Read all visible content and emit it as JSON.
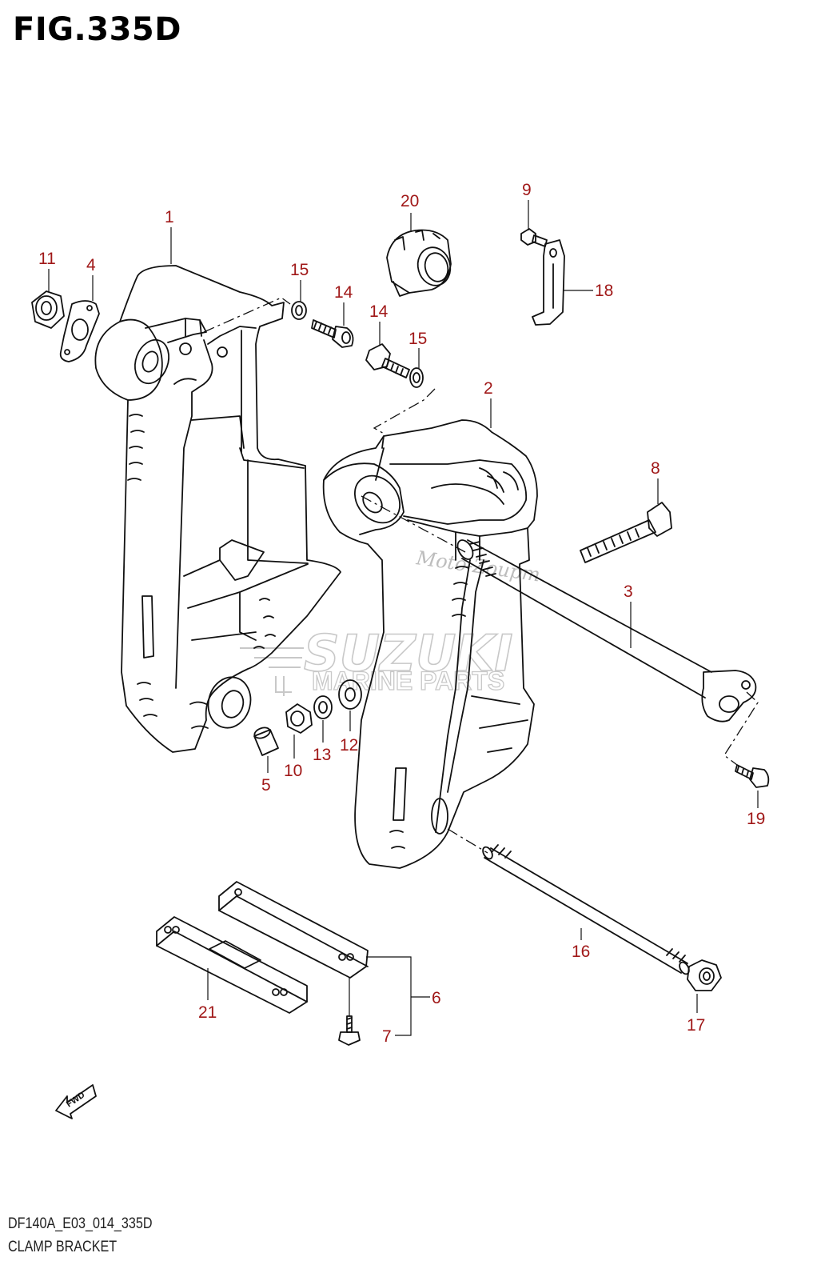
{
  "figure": {
    "title": "FIG.335D",
    "model_code": "DF140A_E03_014_335D",
    "name": "CLAMP BRACKET"
  },
  "watermark": {
    "brand": "SUZUKI",
    "tagline": "MARINE PARTS",
    "site": "Moto-Zoupm"
  },
  "direction_marker": {
    "label": "FWD",
    "icon": "forward-arrow-icon"
  },
  "callouts": [
    "1",
    "2",
    "3",
    "4",
    "5",
    "6",
    "7",
    "8",
    "9",
    "10",
    "11",
    "12",
    "13",
    "14",
    "14",
    "15",
    "15",
    "16",
    "17",
    "18",
    "19",
    "20",
    "21"
  ],
  "colors": {
    "callout": "#a01818",
    "line": "#111111",
    "watermark": "#c8c8c8"
  }
}
